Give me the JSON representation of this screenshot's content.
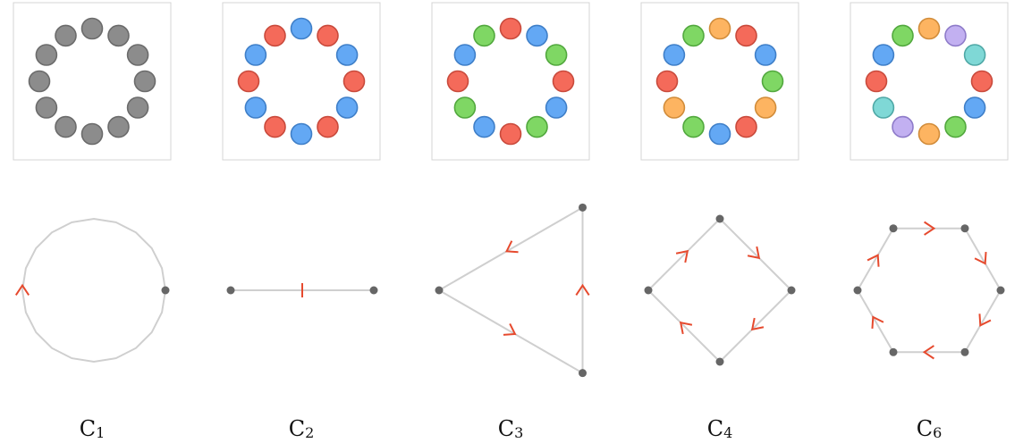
{
  "palette": {
    "gray": {
      "fill": "#8c8c8c",
      "stroke": "#6b6b6b"
    },
    "red": {
      "fill": "#f46a5a",
      "stroke": "#c94a3c"
    },
    "blue": {
      "fill": "#63a8f4",
      "stroke": "#3f7fc8"
    },
    "green": {
      "fill": "#7fd764",
      "stroke": "#52a83e"
    },
    "orange": {
      "fill": "#fdb461",
      "stroke": "#d18c3a"
    },
    "purple": {
      "fill": "#c2b0f1",
      "stroke": "#8e7bc9"
    },
    "teal": {
      "fill": "#7fd8d6",
      "stroke": "#4fa8a6"
    }
  },
  "edge_color": "#cfcfcf",
  "arrow_color": "#e64a2e",
  "vertex_color": "#666666",
  "groups": [
    {
      "order": 1,
      "caption": {
        "letter": "C",
        "sub": "1"
      },
      "beads": [
        "gray",
        "gray",
        "gray",
        "gray",
        "gray",
        "gray",
        "gray",
        "gray",
        "gray",
        "gray",
        "gray",
        "gray"
      ]
    },
    {
      "order": 2,
      "caption": {
        "letter": "C",
        "sub": "2"
      },
      "beads": [
        "blue",
        "red",
        "blue",
        "red",
        "blue",
        "red",
        "blue",
        "red",
        "blue",
        "red",
        "blue",
        "red"
      ]
    },
    {
      "order": 3,
      "caption": {
        "letter": "C",
        "sub": "3"
      },
      "beads": [
        "red",
        "blue",
        "green",
        "red",
        "blue",
        "green",
        "red",
        "blue",
        "green",
        "red",
        "blue",
        "green"
      ]
    },
    {
      "order": 4,
      "caption": {
        "letter": "C",
        "sub": "4"
      },
      "beads": [
        "orange",
        "red",
        "blue",
        "green",
        "orange",
        "red",
        "blue",
        "green",
        "orange",
        "red",
        "blue",
        "green"
      ]
    },
    {
      "order": 6,
      "caption": {
        "letter": "C",
        "sub": "6"
      },
      "beads": [
        "orange",
        "purple",
        "teal",
        "red",
        "blue",
        "green",
        "orange",
        "purple",
        "teal",
        "red",
        "blue",
        "green"
      ]
    }
  ]
}
